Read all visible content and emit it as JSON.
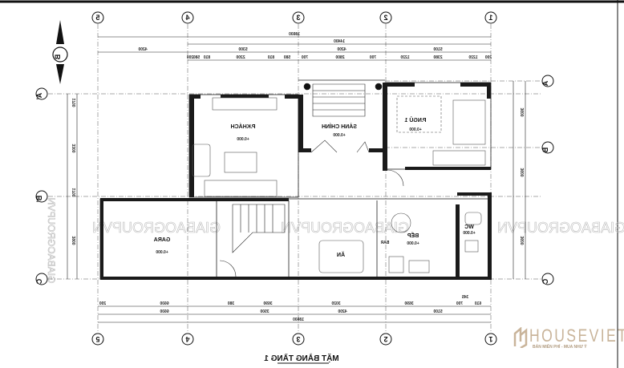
{
  "north_marker": "B",
  "grid": {
    "columns": [
      "5",
      "4",
      "3",
      "2",
      "1"
    ],
    "rows_left": [
      "A'",
      "B'",
      "C"
    ],
    "rows_right": [
      "A",
      "B",
      "C"
    ]
  },
  "dimensions": {
    "top_total": "18600",
    "top_sub": "14400",
    "top_bays": [
      "4200",
      "5300",
      "4200",
      "5100"
    ],
    "top_detail": [
      "200",
      "580",
      "810",
      "2200",
      "810",
      "580",
      "700",
      "2800",
      "700",
      "1220",
      "2380",
      "1220",
      "200"
    ],
    "bottom_detail": [
      "200",
      "6600",
      "380",
      "3690",
      "3020",
      "3690",
      "700",
      "345",
      "610"
    ],
    "bottom_bays": [
      "6600",
      "3500",
      "4200",
      "5100"
    ],
    "bottom_total": "18600",
    "left": [
      "1700",
      "3300",
      "1700",
      "3900"
    ],
    "right": [
      "3600",
      "3600",
      "3600"
    ]
  },
  "rooms": {
    "living": {
      "name": "P.KHÁCH",
      "level": "+0.000"
    },
    "lobby": {
      "name": "SẢNH CHÍNH",
      "level": "+0.000"
    },
    "bedroom": {
      "name": "P.NGỦ 1",
      "level": "+0.000"
    },
    "garage": {
      "name": "GARA",
      "level": "+0.000"
    },
    "dining": {
      "name": "ĂN"
    },
    "bar": {
      "name": "BAR"
    },
    "kitchen": {
      "name": "BẾP",
      "level": "+0.000"
    },
    "wc": {
      "name": "WC",
      "level": "+0.000"
    }
  },
  "watermark": "GIABAOGROUPVN",
  "title": "MẶT BẰNG TẦNG 1",
  "logo": {
    "name": "HOUSEVIET",
    "tagline": "BÁN MIỄN PHÍ - MUA NHƯ Ý",
    "color": "#c9b49a"
  },
  "colors": {
    "line": "#111111",
    "wall": "#1a1a1a"
  }
}
